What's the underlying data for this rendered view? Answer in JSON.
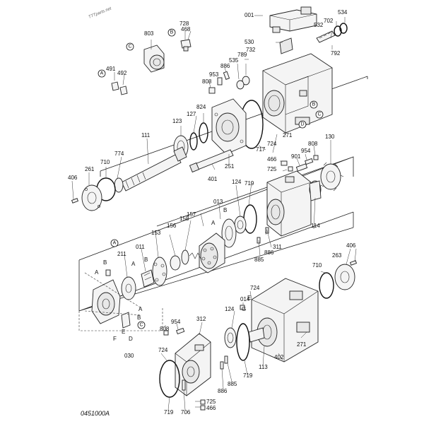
{
  "diagram": {
    "drawing_number": "0451000A",
    "watermark": "TTTparts.net",
    "part_labels": [
      {
        "id": "l001",
        "text": "001"
      },
      {
        "id": "l534",
        "text": "534"
      },
      {
        "id": "l702a",
        "text": "702"
      },
      {
        "id": "l532",
        "text": "532"
      },
      {
        "id": "l530",
        "text": "530"
      },
      {
        "id": "l732",
        "text": "732"
      },
      {
        "id": "l789",
        "text": "789"
      },
      {
        "id": "l535",
        "text": "535"
      },
      {
        "id": "l792",
        "text": "792"
      },
      {
        "id": "l728",
        "text": "728"
      },
      {
        "id": "l468a",
        "text": "468"
      },
      {
        "id": "l803",
        "text": "803"
      },
      {
        "id": "l491",
        "text": "491"
      },
      {
        "id": "l492",
        "text": "492"
      },
      {
        "id": "l886a",
        "text": "886"
      },
      {
        "id": "l953",
        "text": "953"
      },
      {
        "id": "l808a",
        "text": "808"
      },
      {
        "id": "l127",
        "text": "127"
      },
      {
        "id": "l824",
        "text": "824"
      },
      {
        "id": "l123",
        "text": "123"
      },
      {
        "id": "l111",
        "text": "111"
      },
      {
        "id": "l774",
        "text": "774"
      },
      {
        "id": "l710a",
        "text": "710"
      },
      {
        "id": "l261",
        "text": "261"
      },
      {
        "id": "l406a",
        "text": "406"
      },
      {
        "id": "l271a",
        "text": "271"
      },
      {
        "id": "l717",
        "text": "717"
      },
      {
        "id": "l724a",
        "text": "724"
      },
      {
        "id": "l251",
        "text": "251"
      },
      {
        "id": "l401",
        "text": "401"
      },
      {
        "id": "l466a",
        "text": "466"
      },
      {
        "id": "l725",
        "text": "725"
      },
      {
        "id": "l954a",
        "text": "954"
      },
      {
        "id": "l808b",
        "text": "808"
      },
      {
        "id": "l901",
        "text": "901"
      },
      {
        "id": "l130",
        "text": "130"
      },
      {
        "id": "l124a",
        "text": "124"
      },
      {
        "id": "l719a",
        "text": "719"
      },
      {
        "id": "l013",
        "text": "013"
      },
      {
        "id": "l157",
        "text": "157"
      },
      {
        "id": "l158",
        "text": "158"
      },
      {
        "id": "l156",
        "text": "156"
      },
      {
        "id": "l153",
        "text": "153"
      },
      {
        "id": "l114",
        "text": "114"
      },
      {
        "id": "l886b",
        "text": "886"
      },
      {
        "id": "l311",
        "text": "311"
      },
      {
        "id": "l885a",
        "text": "885"
      },
      {
        "id": "l011",
        "text": "011"
      },
      {
        "id": "l211",
        "text": "211"
      },
      {
        "id": "l263",
        "text": "263"
      },
      {
        "id": "l406b",
        "text": "406"
      },
      {
        "id": "l710b",
        "text": "710"
      },
      {
        "id": "l724b",
        "text": "724"
      },
      {
        "id": "l014",
        "text": "014"
      },
      {
        "id": "l124b",
        "text": "124"
      },
      {
        "id": "l312",
        "text": "312"
      },
      {
        "id": "l954b",
        "text": "954"
      },
      {
        "id": "l808c",
        "text": "808"
      },
      {
        "id": "l030",
        "text": "030"
      },
      {
        "id": "l724c",
        "text": "724"
      },
      {
        "id": "l113",
        "text": "113"
      },
      {
        "id": "l402",
        "text": "402"
      },
      {
        "id": "l271b",
        "text": "271"
      },
      {
        "id": "l719b",
        "text": "719"
      },
      {
        "id": "l885b",
        "text": "885"
      },
      {
        "id": "l886c",
        "text": "886"
      },
      {
        "id": "l719c",
        "text": "719"
      },
      {
        "id": "l706",
        "text": "706"
      },
      {
        "id": "l725b",
        "text": "725"
      },
      {
        "id": "l466b",
        "text": "466"
      }
    ],
    "letter_labels": [
      {
        "id": "lA1",
        "text": "A"
      },
      {
        "id": "lB1",
        "text": "B"
      },
      {
        "id": "lA2",
        "text": "A"
      },
      {
        "id": "lB2",
        "text": "B"
      },
      {
        "id": "lA3",
        "text": "A"
      },
      {
        "id": "lB3",
        "text": "B"
      },
      {
        "id": "lA4",
        "text": "A"
      },
      {
        "id": "lB4",
        "text": "B"
      },
      {
        "id": "lF1",
        "text": "F"
      },
      {
        "id": "lE1",
        "text": "E"
      },
      {
        "id": "lD1",
        "text": "D"
      },
      {
        "id": "lG1",
        "text": "G"
      },
      {
        "id": "lE2",
        "text": "E"
      },
      {
        "id": "lA5",
        "text": "A"
      },
      {
        "id": "lB5",
        "text": "B"
      },
      {
        "id": "lC5",
        "text": "C"
      }
    ],
    "callouts": [
      {
        "id": "cB1",
        "text": "B"
      },
      {
        "id": "cC1",
        "text": "C"
      },
      {
        "id": "cA1",
        "text": "A"
      },
      {
        "id": "cB2",
        "text": "B"
      },
      {
        "id": "cC2",
        "text": "C"
      },
      {
        "id": "cD1",
        "text": "D"
      },
      {
        "id": "cA2",
        "text": "A"
      },
      {
        "id": "cC3",
        "text": "C"
      }
    ]
  }
}
